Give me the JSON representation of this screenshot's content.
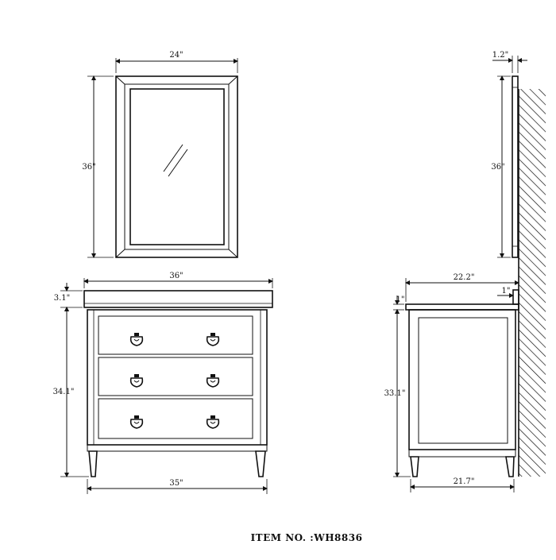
{
  "dimensions": {
    "mirror_width": "24\"",
    "mirror_height": "36\"",
    "mirror_depth": "1.2\"",
    "mirror_side_height": "36\"",
    "top_width": "36\"",
    "top_thickness": "3.1\"",
    "front_height": "34.1\"",
    "base_width": "35\"",
    "top_depth": "22.2\"",
    "backsplash_gap": "1\"",
    "side_top_thickness": "1\"",
    "side_height": "33.1\"",
    "side_base_depth": "21.7\""
  },
  "footer": {
    "item_label": "ITEM NO. :WH8836"
  },
  "colors": {
    "line": "#111111",
    "background": "#ffffff"
  }
}
